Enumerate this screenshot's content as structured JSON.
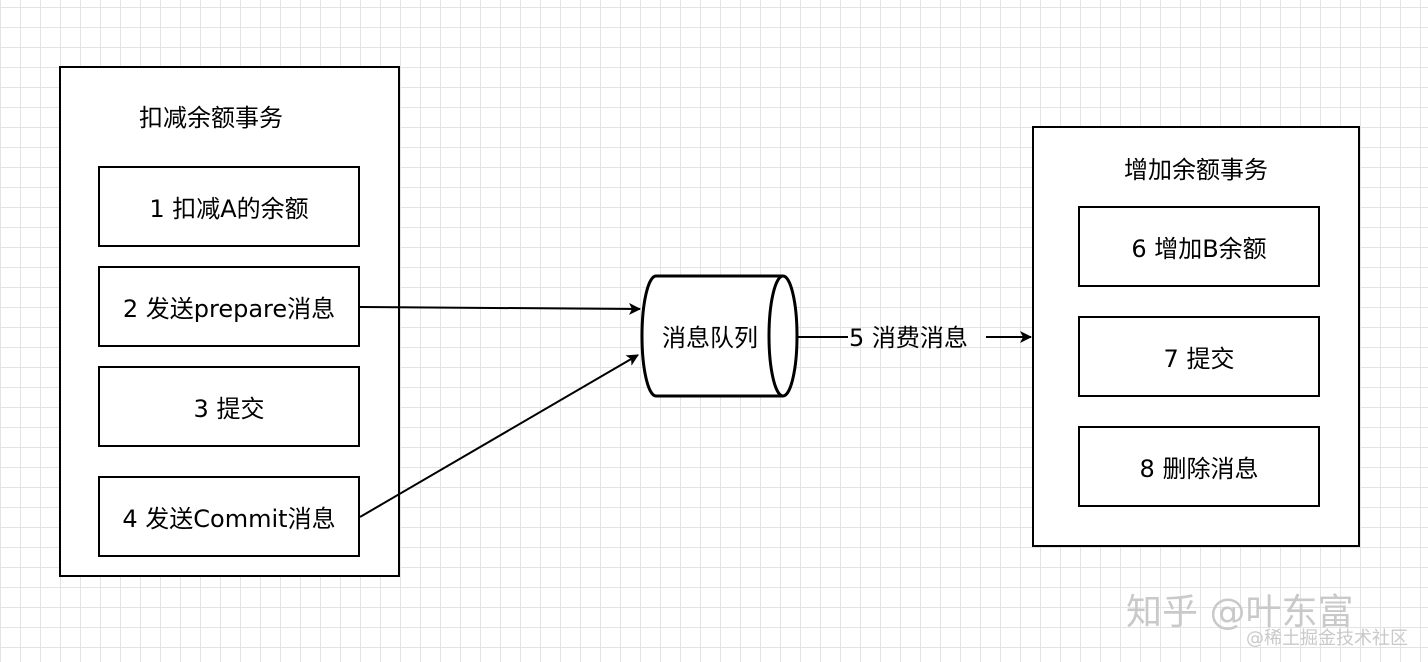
{
  "left_transaction": {
    "title": "扣减余额事务",
    "steps": [
      "1 扣减A的余额",
      "2 发送prepare消息",
      "3 提交",
      "4 发送Commit消息"
    ]
  },
  "queue": {
    "label": "消息队列"
  },
  "consume_label": "5 消费消息",
  "right_transaction": {
    "title": "增加余额事务",
    "steps": [
      "6 增加B余额",
      "7 提交",
      "8 删除消息"
    ]
  },
  "watermarks": {
    "zhihu": "知乎 @叶东富",
    "juejin": "@稀土掘金技术社区"
  }
}
